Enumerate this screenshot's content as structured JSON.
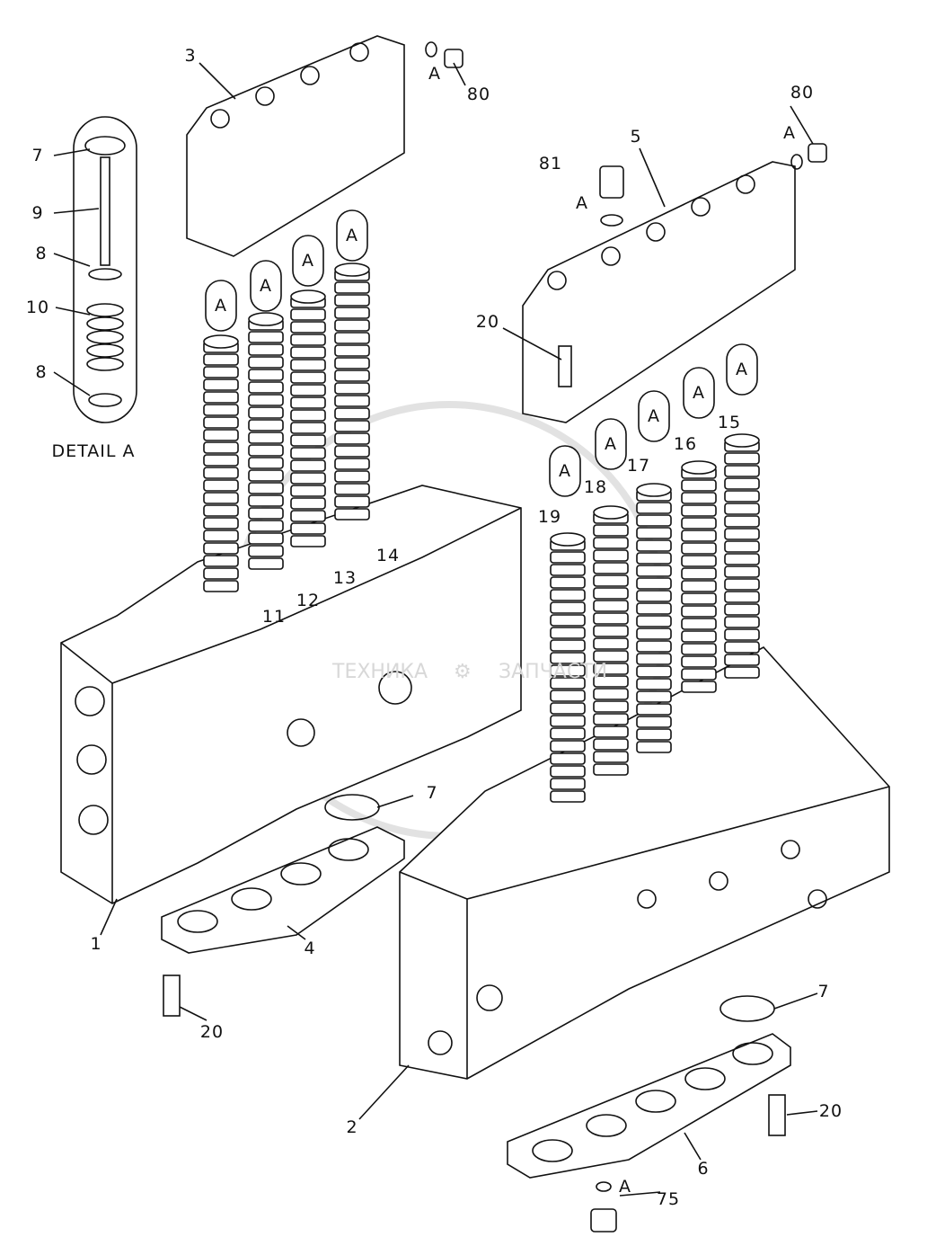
{
  "watermark": {
    "left": "ТЕХНИКА",
    "right": "ЗАПЧАСТИ",
    "icon": "gear-icon"
  },
  "detail_caption": "DETAIL A",
  "detail_marker": "A",
  "callouts": [
    {
      "id": "c3",
      "text": "3"
    },
    {
      "id": "c80a",
      "text": "80"
    },
    {
      "id": "c80b",
      "text": "80"
    },
    {
      "id": "c7a",
      "text": "7"
    },
    {
      "id": "c9",
      "text": "9"
    },
    {
      "id": "c8a",
      "text": "8"
    },
    {
      "id": "c10",
      "text": "10"
    },
    {
      "id": "c8b",
      "text": "8"
    },
    {
      "id": "c81",
      "text": "81"
    },
    {
      "id": "c5",
      "text": "5"
    },
    {
      "id": "c20a",
      "text": "20"
    },
    {
      "id": "c11",
      "text": "11"
    },
    {
      "id": "c12",
      "text": "12"
    },
    {
      "id": "c13",
      "text": "13"
    },
    {
      "id": "c14",
      "text": "14"
    },
    {
      "id": "c19",
      "text": "19"
    },
    {
      "id": "c18",
      "text": "18"
    },
    {
      "id": "c17",
      "text": "17"
    },
    {
      "id": "c16",
      "text": "16"
    },
    {
      "id": "c15",
      "text": "15"
    },
    {
      "id": "c7b",
      "text": "7"
    },
    {
      "id": "c1",
      "text": "1"
    },
    {
      "id": "c4",
      "text": "4"
    },
    {
      "id": "c20b",
      "text": "20"
    },
    {
      "id": "c7c",
      "text": "7"
    },
    {
      "id": "c2",
      "text": "2"
    },
    {
      "id": "c20c",
      "text": "20"
    },
    {
      "id": "c6",
      "text": "6"
    },
    {
      "id": "c75",
      "text": "75"
    }
  ]
}
